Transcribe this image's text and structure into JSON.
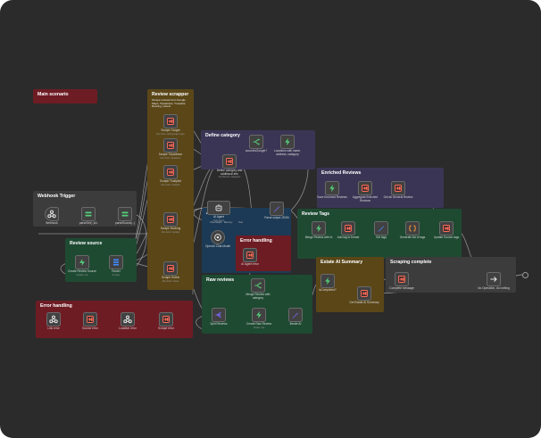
{
  "colors": {
    "background": "#2b2b2b",
    "wire": "#a9a9a9",
    "wire_ai": "#8a8a8a",
    "trigger_accent": "#ff6d5a",
    "set_accent": "#54d07a",
    "code_accent": "#ff9a3c",
    "router_accent": "#3f8cff",
    "ai_accent": "#7a6cff"
  },
  "notes": [
    {
      "id": "main-scenario",
      "title": "Main scenario",
      "color": "#6e1c24"
    },
    {
      "id": "review-scrapper",
      "title": "Review scrapper",
      "subtitle": "Scrape reviews from Google Maps, Tripadvisor, Trustpilot, Booking, Hotels",
      "color": "#5a4617"
    },
    {
      "id": "define-category",
      "title": "Define category",
      "color": "#3b3555"
    },
    {
      "id": "enriched-reviews",
      "title": "Enriched Reviews",
      "color": "#3b3555"
    },
    {
      "id": "webhook-trigger",
      "title": "Webhook Trigger",
      "color": "#3c3c3c"
    },
    {
      "id": "review-source",
      "title": "Review source",
      "color": "#1e4a32"
    },
    {
      "id": "ai-agent",
      "title": "AI Agent",
      "color": "#1c3a55"
    },
    {
      "id": "error-handling-ai",
      "title": "Error handling",
      "color": "#6e1c24"
    },
    {
      "id": "review-tags",
      "title": "Review Tags",
      "color": "#1e4a32"
    },
    {
      "id": "raw-reviews",
      "title": "Raw reviews",
      "color": "#1e4a32"
    },
    {
      "id": "estate-ai-summary",
      "title": "Estate AI Summary",
      "color": "#5a4617"
    },
    {
      "id": "scraping-complete",
      "title": "Scraping complete",
      "color": "#3c3c3c"
    },
    {
      "id": "error-handling-main",
      "title": "Error handling",
      "color": "#6e1c24"
    }
  ],
  "nodes": [
    {
      "id": "webhook",
      "label": "Webhook",
      "type": "webhook-icon",
      "accent": "#e8e8e8"
    },
    {
      "id": "set1",
      "label": "parseSet(..)#1",
      "type": "set-icon",
      "accent": "#54d07a"
    },
    {
      "id": "set2",
      "label": "parseSource(..)",
      "type": "set-icon",
      "accent": "#54d07a"
    },
    {
      "id": "create-source",
      "label": "Create Review Source",
      "sub": "Update: row",
      "type": "supabase-icon",
      "accent": "#54d07a"
    },
    {
      "id": "router",
      "label": "Router",
      "sub": "6 routes",
      "type": "router-icon",
      "accent": "#3f8cff"
    },
    {
      "id": "scrape-google",
      "label": "Scrape Google",
      "sub": "Run Actor: apify/google-maps",
      "type": "trigger-icon",
      "accent": "#ff6d5a"
    },
    {
      "id": "scrape-tripadvisor",
      "label": "Scrape Tripadvisor",
      "sub": "Run Actor: tripadvisor",
      "type": "trigger-icon",
      "accent": "#ff6d5a"
    },
    {
      "id": "scrape-trustpilot",
      "label": "Scrape Trustpilot",
      "sub": "Run Actor: trustpilot",
      "type": "trigger-icon",
      "accent": "#ff6d5a"
    },
    {
      "id": "scrape-booking",
      "label": "Scrape Booking",
      "sub": "Run Actor: booking",
      "type": "trigger-icon",
      "accent": "#ff6d5a"
    },
    {
      "id": "scrape-hotels",
      "label": "Scrape Hotels",
      "sub": "Run Actor: hotels",
      "type": "trigger-icon",
      "accent": "#ff6d5a"
    },
    {
      "id": "define-cat",
      "label": "Define category and additional info",
      "sub": "Get Record: categories",
      "type": "trigger-icon",
      "accent": "#ff6d5a"
    },
    {
      "id": "if-google",
      "label": "sourceIsGoogle?",
      "type": "branch-icon",
      "accent": "#54d07a"
    },
    {
      "id": "locations",
      "label": "Locations with name, address, category",
      "type": "lightning-icon",
      "accent": "#54d07a"
    },
    {
      "id": "ai-agent-node",
      "label": "AI Agent",
      "sub": "Tools Agent",
      "type": "robot-icon",
      "accent": "#e8e8e8"
    },
    {
      "id": "openai-chat",
      "label": "OpenAI Chat Model",
      "type": "openai-icon",
      "accent": "#e8e8e8"
    },
    {
      "id": "parse-json",
      "label": "Parse output JSON",
      "type": "pen-icon",
      "accent": "#7a6cff"
    },
    {
      "id": "ai-agent-error",
      "label": "AI Agent error",
      "type": "trigger-icon",
      "accent": "#ff6d5a"
    },
    {
      "id": "save-enriched",
      "label": "Save Enriched Reviews",
      "type": "lightning-icon",
      "accent": "#54d07a"
    },
    {
      "id": "aggregate-enriched",
      "label": "Aggregate Enriched Reviews",
      "type": "trigger-icon",
      "accent": "#ff6d5a"
    },
    {
      "id": "get-all-general",
      "label": "Get all General Review",
      "type": "trigger-icon",
      "accent": "#ff6d5a"
    },
    {
      "id": "merge-review",
      "label": "Merge Review with Id",
      "type": "lightning-icon",
      "accent": "#54d07a"
    },
    {
      "id": "add-tag-format",
      "label": "Add tag to format",
      "type": "trigger-icon",
      "accent": "#ff6d5a"
    },
    {
      "id": "get-tags",
      "label": "Get tags",
      "type": "pen-icon",
      "accent": "#3f8cff"
    },
    {
      "id": "generate-tags",
      "label": "Generate list of tags",
      "type": "code-icon",
      "accent": "#ff9a3c"
    },
    {
      "id": "update-source-tags",
      "label": "Update Source tags",
      "type": "trigger-icon",
      "accent": "#ff6d5a"
    },
    {
      "id": "split-reviews",
      "label": "Split Reviews",
      "type": "split-icon",
      "accent": "#7a6cff"
    },
    {
      "id": "merge-review-cat",
      "label": "Merge Review with category",
      "type": "branch-icon",
      "accent": "#54d07a"
    },
    {
      "id": "create-raw",
      "label": "Create Raw Review",
      "sub": "Create: row",
      "type": "lightning-icon",
      "accent": "#54d07a"
    },
    {
      "id": "iterate",
      "label": "Iterate AI",
      "type": "pen-icon",
      "accent": "#7a6cff"
    },
    {
      "id": "isCompleted",
      "label": "isCompleted?",
      "type": "lightning-icon",
      "accent": "#54d07a"
    },
    {
      "id": "get-estate",
      "label": "Get Estate AI Summary",
      "type": "trigger-icon",
      "accent": "#ff6d5a"
    },
    {
      "id": "complete-msg",
      "label": "Complete message",
      "type": "trigger-icon",
      "accent": "#ff6d5a"
    },
    {
      "id": "no-operation",
      "label": "No Operation, do nothing",
      "type": "arrow-right-icon",
      "accent": "#e8e8e8"
    },
    {
      "id": "link-error",
      "label": "Link error",
      "type": "webhook-icon",
      "accent": "#e8e8e8"
    },
    {
      "id": "source-error",
      "label": "Source error",
      "type": "trigger-icon",
      "accent": "#ff6d5a"
    },
    {
      "id": "location-error",
      "label": "Location error",
      "type": "webhook-icon",
      "accent": "#e8e8e8"
    },
    {
      "id": "scrape-error",
      "label": "Scrape error",
      "type": "trigger-icon",
      "accent": "#ff6d5a"
    }
  ],
  "ai_ports": [
    "Chat Model",
    "Memory",
    "Tool"
  ]
}
